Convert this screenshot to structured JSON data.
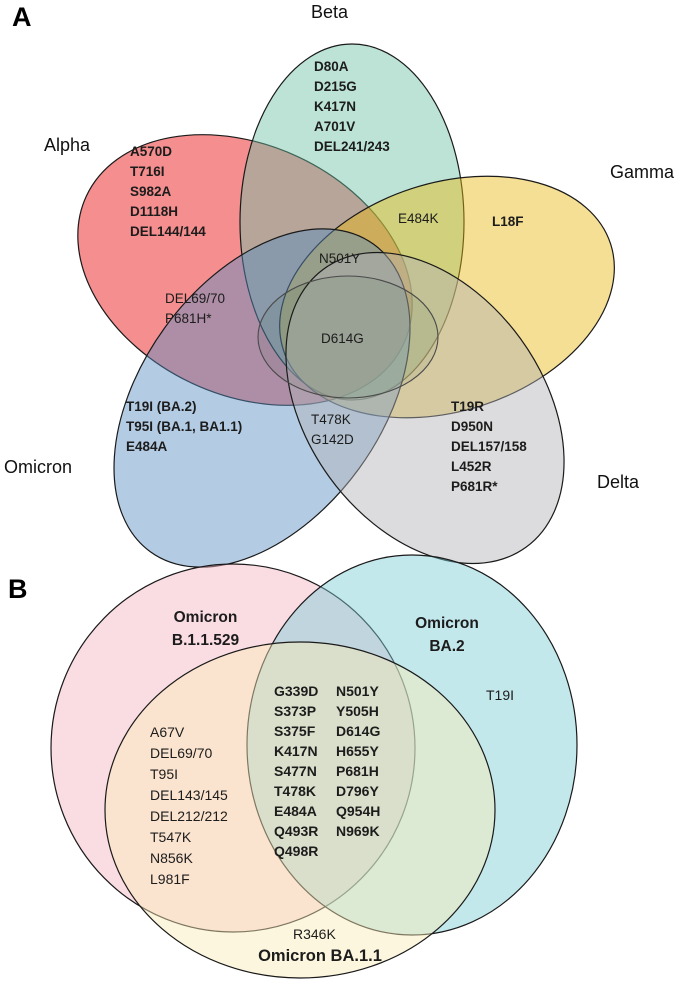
{
  "panel_a": {
    "marker": "A",
    "sets": {
      "alpha": {
        "label": "Alpha",
        "color": "#E90404",
        "unique": [
          "A570D",
          "T716I",
          "S982A",
          "D1118H",
          "DEL144/144"
        ]
      },
      "beta": {
        "label": "Beta",
        "color": "#6AC1A4",
        "unique": [
          "D80A",
          "D215G",
          "K417N",
          "A701V",
          "DEL241/243"
        ]
      },
      "gamma": {
        "label": "Gamma",
        "color": "#E9B811",
        "unique": [
          "L18F"
        ]
      },
      "omicron": {
        "label": "Omicron",
        "color": "#568EC3",
        "unique": [
          "T19I (BA.2)",
          "T95I (BA.1, BA1.1)",
          "E484A"
        ]
      },
      "delta": {
        "label": "Delta",
        "color": "#B1B1B6",
        "unique": [
          "T19R",
          "D950N",
          "DEL157/158",
          "L452R",
          "P681R*"
        ]
      }
    },
    "overlaps": {
      "beta_gamma": "E484K",
      "alpha_beta_gamma_omicron": "N501Y",
      "alpha_omicron": [
        "DEL69/70",
        "P681H*"
      ],
      "all_five": "D614G",
      "omicron_delta": [
        "T478K",
        "G142D"
      ]
    }
  },
  "panel_b": {
    "marker": "B",
    "sets": {
      "b11529": {
        "label_lines": [
          "Omicron",
          "B.1.1.529"
        ],
        "color": "#F4B1C1"
      },
      "ba2": {
        "label_lines": [
          "Omicron",
          "BA.2"
        ],
        "color": "#7ACCD4"
      },
      "ba11": {
        "label": "Omicron BA.1.1",
        "color": "#FAEBB6"
      }
    },
    "regions": {
      "ba2_only": "T19I",
      "ba11_only": "R346K",
      "b11529_ba11": [
        "A67V",
        "DEL69/70",
        "T95I",
        "DEL143/145",
        "DEL212/212",
        "T547K",
        "N856K",
        "L981F"
      ],
      "center_col1": [
        "G339D",
        "S373P",
        "S375F",
        "K417N",
        "S477N",
        "T478K",
        "E484A",
        "Q493R",
        "Q498R"
      ],
      "center_col2": [
        "N501Y",
        "Y505H",
        "D614G",
        "H655Y",
        "P681H",
        "D796Y",
        "Q954H",
        "N969K"
      ]
    }
  }
}
